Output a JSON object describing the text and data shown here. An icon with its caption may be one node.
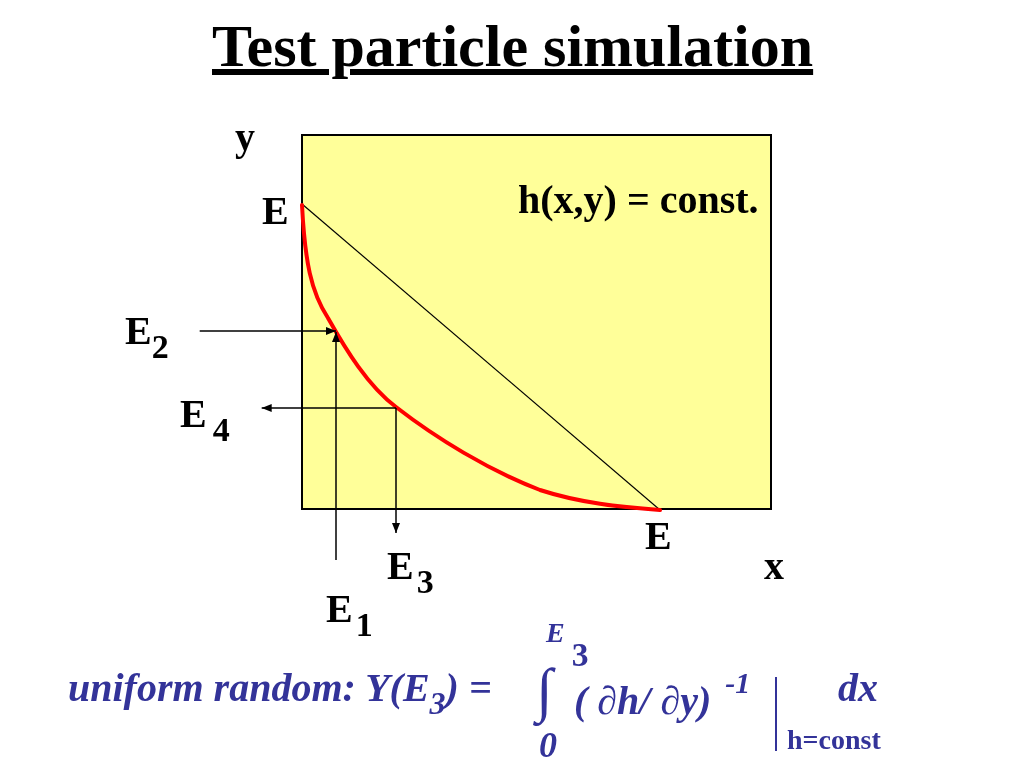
{
  "diagram": {
    "title": "Test particle simulation",
    "nodes": [
      {
        "text": [
          "h(x,y) = const."
        ]
      },
      {
        "text": [
          "E$_{2}$"
        ]
      },
      {
        "text": [
          "E$_{4}$"
        ]
      },
      {
        "text": [
          "E$_{3}$"
        ]
      },
      {
        "text": [
          "E$_{1}$"
        ]
      }
    ],
    "edges": [
      {
        "from": 1,
        "to": 0,
        "arrow": "to"
      },
      {
        "from": 4,
        "to": 0,
        "arrow": "to"
      },
      {
        "from": 0,
        "to": 2,
        "arrow": "to"
      },
      {
        "from": 0,
        "to": 3,
        "arrow": "to"
      }
    ],
    "labels": [
      "y",
      "E",
      "E",
      "x",
      "uniform random: Y(E$_{3}$) =",
      "∫",
      "E$_{3}$",
      "0",
      "( ∂h/ ∂y)$^{-1}$",
      "h=const",
      "dx"
    ]
  }
}
